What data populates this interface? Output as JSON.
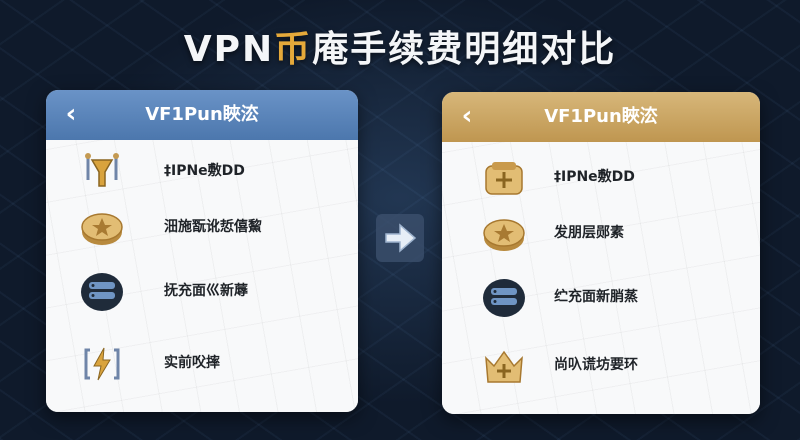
{
  "title": {
    "prefix": "VPN",
    "accent": "币",
    "suffix": "庵手续费明细对比"
  },
  "left_panel": {
    "header": "VF1Pun䀹㳒",
    "back_icon": "chevron-left-icon",
    "items": [
      {
        "label": "‡IPNe敷DD",
        "icon": "funnel-icon"
      },
      {
        "label": "沺施翫讹悊僖鯬",
        "icon": "coin-star-icon"
      },
      {
        "label": "抚充面巛新蓐",
        "icon": "server-icon"
      },
      {
        "label": "实前㕮摔",
        "icon": "lightning-bracket-icon"
      }
    ]
  },
  "right_panel": {
    "header": "VF1Pun䀹㳒",
    "back_icon": "chevron-left-icon",
    "items": [
      {
        "label": "‡IPNe敷DD",
        "icon": "wallet-plus-icon"
      },
      {
        "label": "发朋层郧素",
        "icon": "coin-star-icon"
      },
      {
        "label": "纻充面新䏴蒸",
        "icon": "server-icon"
      },
      {
        "label": "尚叺谎坊要环",
        "icon": "crown-plus-icon"
      }
    ]
  },
  "colors": {
    "left_header": "#5a84ba",
    "right_header": "#caa664",
    "accent": "#e5a93a",
    "background": "#0f1a2b"
  },
  "center_icon": "arrow-right-icon"
}
